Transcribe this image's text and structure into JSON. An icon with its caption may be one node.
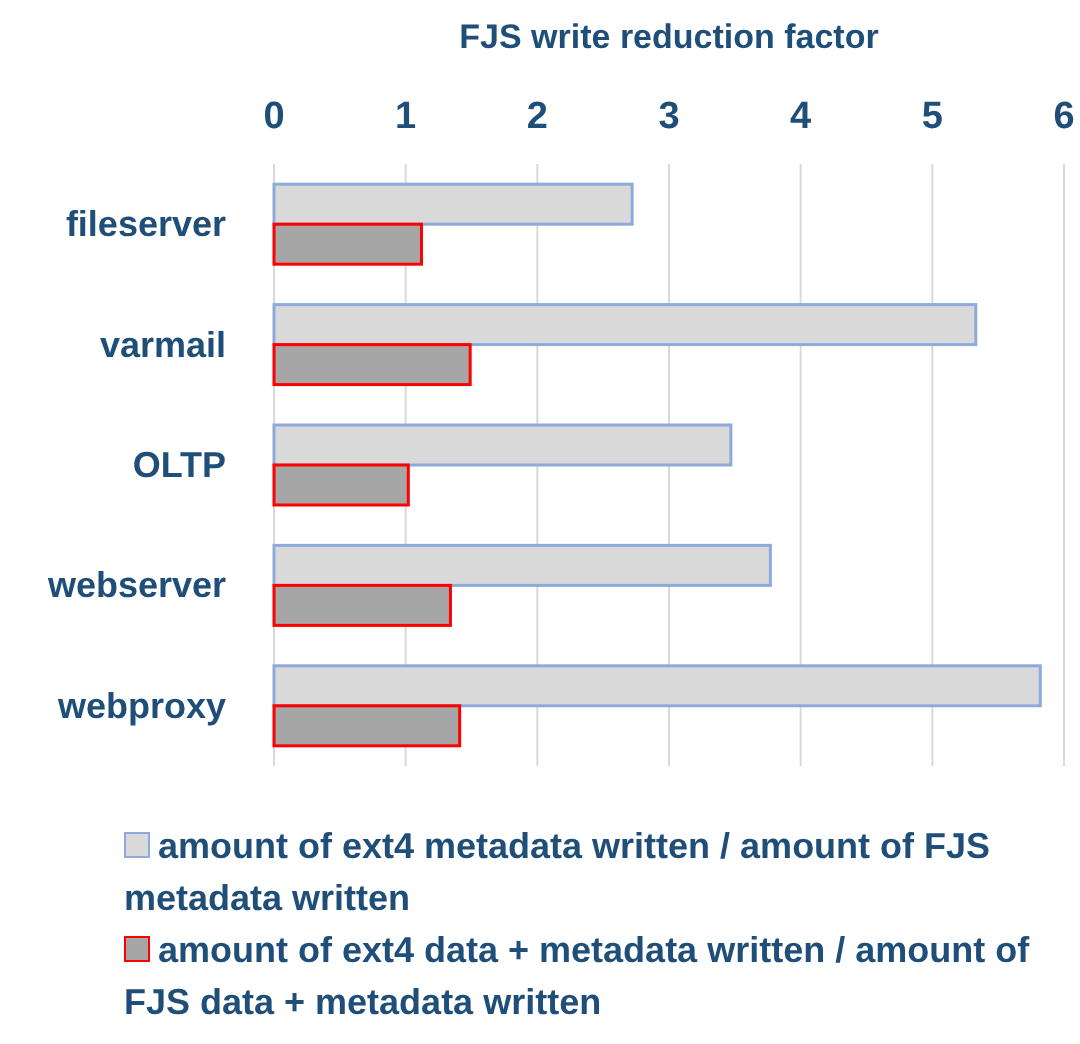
{
  "diagram": {
    "chart_data": {
      "type": "bar",
      "orientation": "horizontal",
      "title": "FJS write reduction factor",
      "categories": [
        "fileserver",
        "varmail",
        "OLTP",
        "webserver",
        "webproxy"
      ],
      "xlim": [
        0,
        6
      ],
      "grid": true,
      "xticks": [
        0,
        1,
        2,
        3,
        4,
        5,
        6
      ],
      "series": [
        {
          "name": "amount of ext4 metadata written / amount of FJS metadata written",
          "color": "#d9d9d9",
          "values": [
            2.72,
            5.33,
            3.47,
            3.77,
            5.82
          ]
        },
        {
          "name": "amount of ext4 data + metadata written / amount of FJS data + metadata written",
          "color": "#a6a6a6",
          "values": [
            1.12,
            1.49,
            1.02,
            1.34,
            1.41
          ]
        }
      ]
    }
  }
}
